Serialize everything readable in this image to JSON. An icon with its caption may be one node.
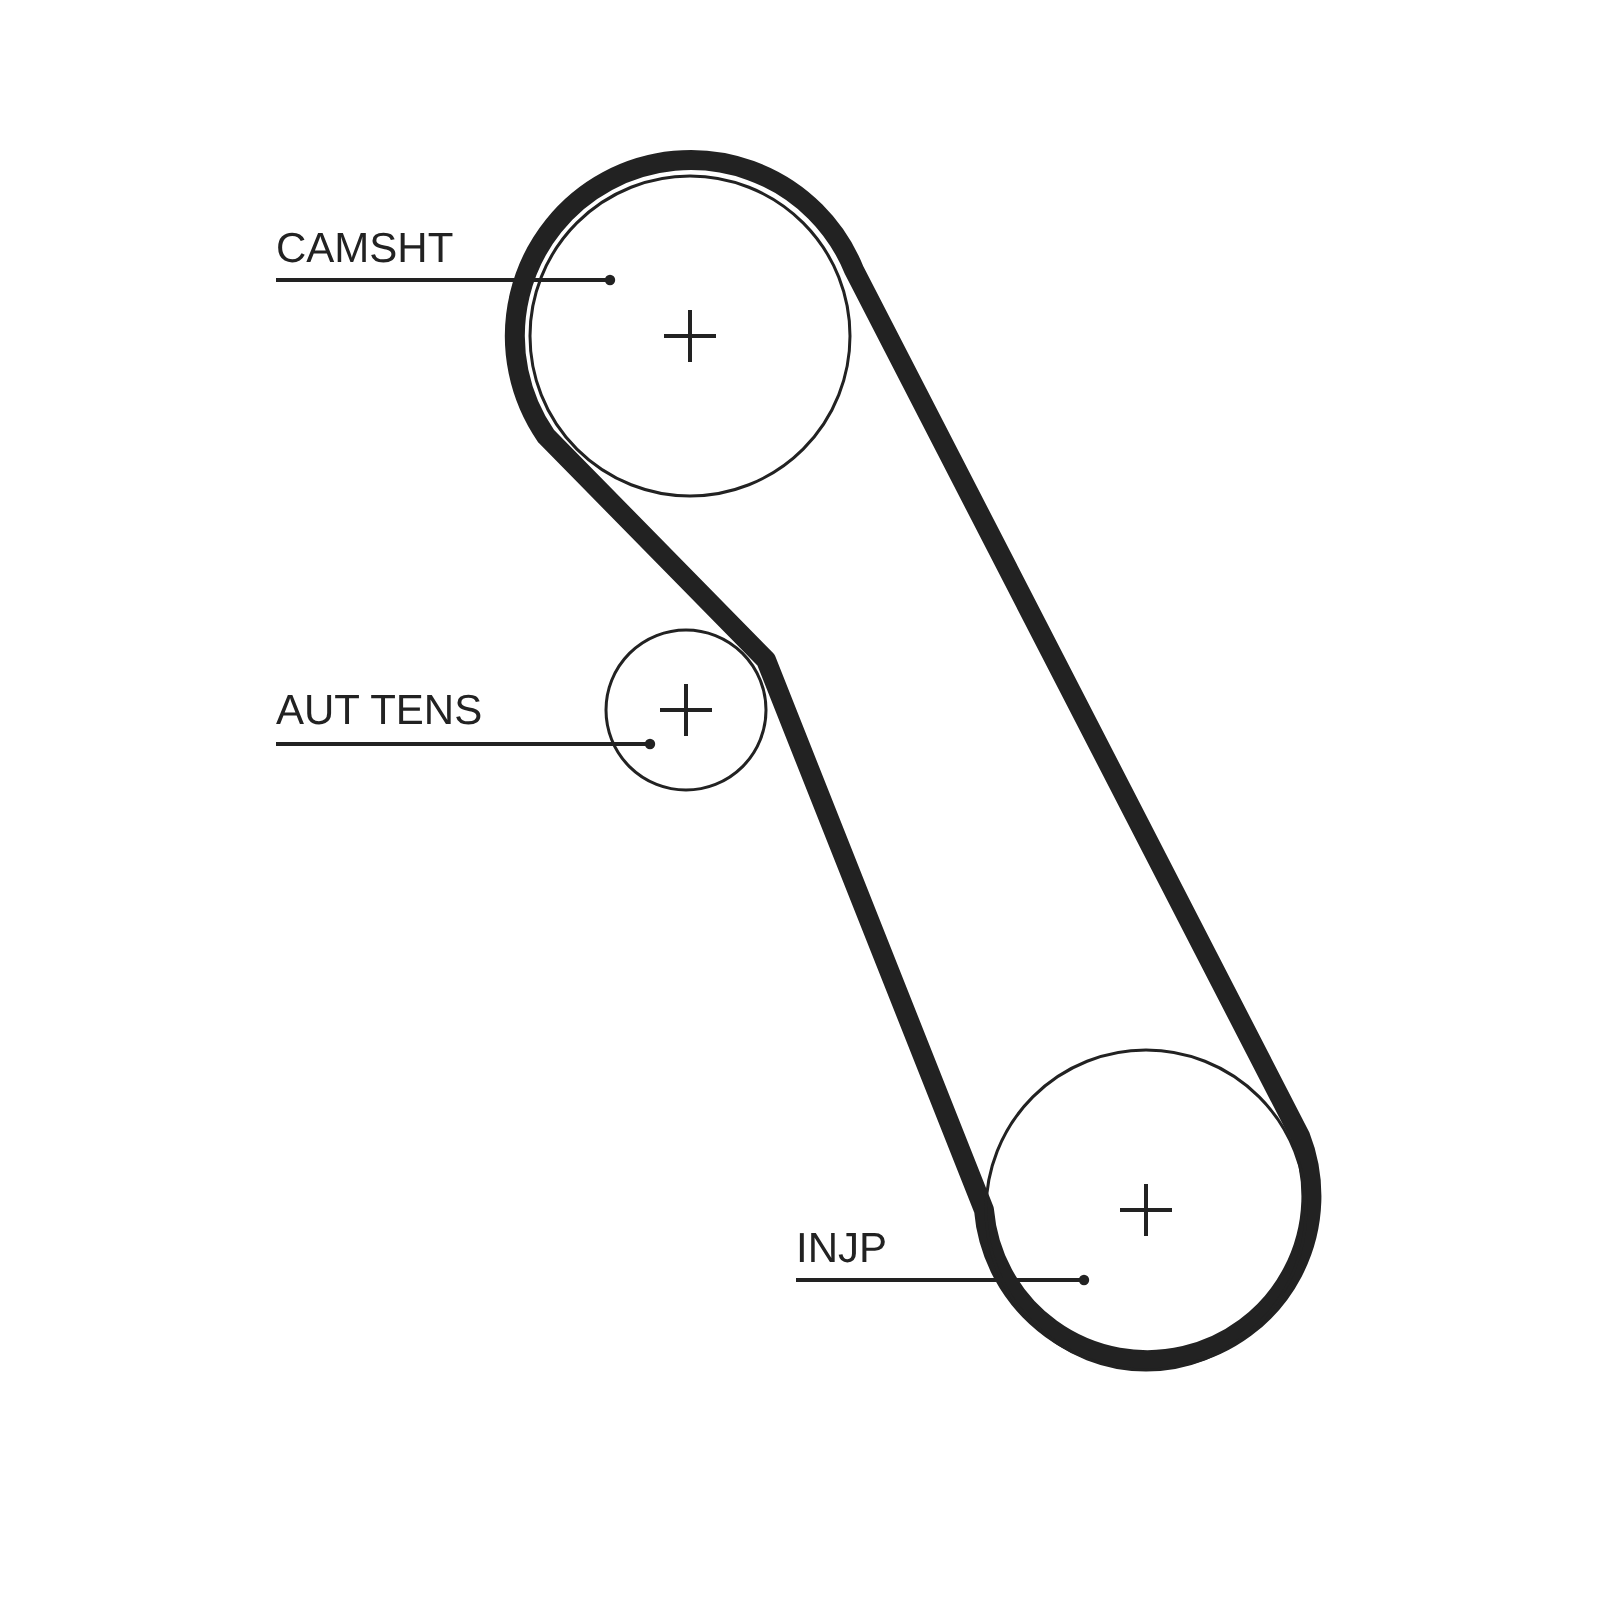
{
  "diagram": {
    "nodes": [
      {
        "text": [
          "CAMSHT"
        ]
      },
      {
        "text": [],
        "shape": "circle"
      },
      {
        "text": [
          "AUT TENS"
        ]
      },
      {
        "text": [],
        "shape": "circle"
      },
      {
        "text": [
          "INJP"
        ]
      },
      {
        "text": [],
        "shape": "circle"
      }
    ],
    "edges": [
      {
        "from": 0,
        "to": 1,
        "arrow": "other"
      },
      {
        "from": 2,
        "to": 3,
        "arrow": "other"
      },
      {
        "from": 4,
        "to": 5,
        "arrow": "other"
      }
    ]
  }
}
